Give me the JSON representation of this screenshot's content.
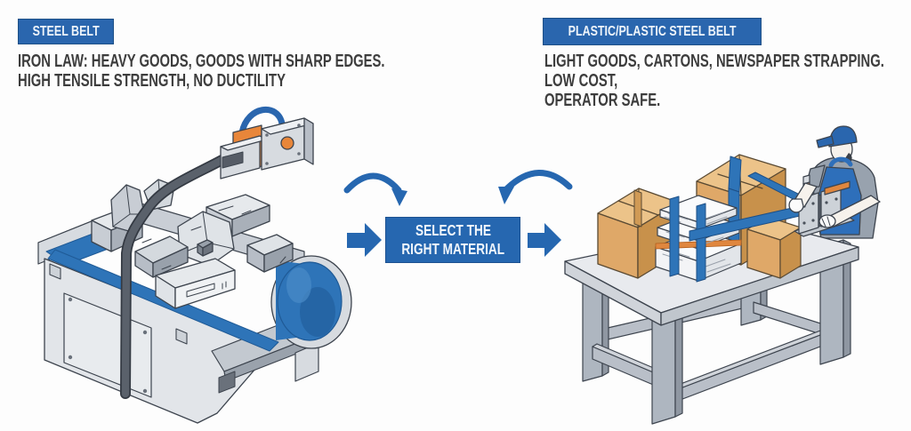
{
  "left_panel": {
    "header": "STEEL BELT",
    "line1": "IRON LAW: HEAVY GOODS, GOODS WITH SHARP EDGES.",
    "line2": "HIGH TENSILE STRENGTH, NO DUCTILITY"
  },
  "right_panel": {
    "header": "PLASTIC/PLASTIC STEEL BELT",
    "line1": "LIGHT GOODS, CARTONS, NEWSPAPER STRAPPING.",
    "line2": "LOW COST,",
    "line3": "OPERATOR SAFE."
  },
  "center": {
    "line1": "SELECT THE",
    "line2": "RIGHT MATERIAL"
  },
  "colors": {
    "brand_blue": "#2a66ae",
    "belt_blue": "#2e74b8",
    "belt_blue_dark": "#1f5a96",
    "text_dark": "#3d3d3d",
    "steel_strap_gray": "#5a616b",
    "machine_gray": "#dfe2e6",
    "machine_gray_dark": "#b7bdc6",
    "cardboard": "#dfa868",
    "cardboard_dark": "#c8914b",
    "cardboard_light": "#ecc389",
    "accent_orange": "#e8863a",
    "newspaper_white": "#f3f4f6",
    "outline": "#3d444e"
  },
  "icons": {
    "flow_left_curved": "curved-arrow-down-right",
    "flow_right_curved": "curved-arrow-down-left",
    "flow_in": "block-arrow-right",
    "flow_out": "block-arrow-right"
  }
}
